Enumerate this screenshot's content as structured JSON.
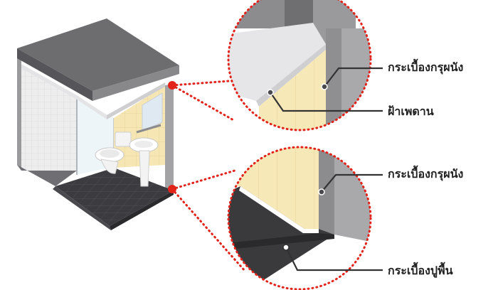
{
  "callouts": {
    "top_wall_tile": "กระเบื้องกรุผนัง",
    "ceiling": "ฝ้าเพดาน",
    "bottom_wall_tile": "กระเบื้องกรุผนัง",
    "floor_tile": "กระเบื้องปูพื้น"
  },
  "colors": {
    "wall_tile": "#f6e6b4",
    "dark_floor": "#3b3b3e",
    "concrete": "#8a8a8d",
    "ceiling": "#e6e6e8",
    "accent_red": "#e2231a",
    "leader_line": "#333333"
  }
}
